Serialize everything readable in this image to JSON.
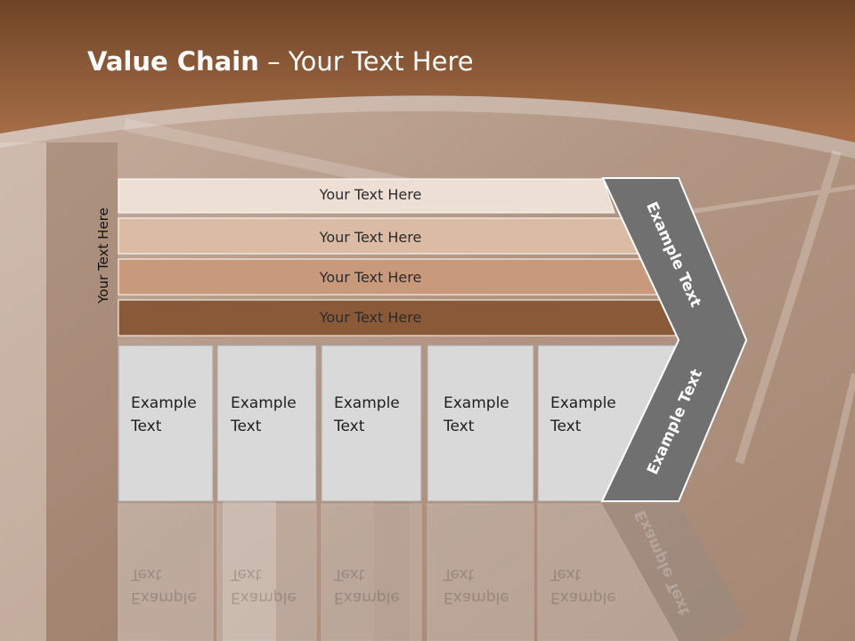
{
  "slide": {
    "title_bold": "Value Chain",
    "title_rest": " – Your Text Here",
    "side_label": "Your Text Here"
  },
  "bands": [
    {
      "label": "Your Text Here",
      "color": "#eddfd4"
    },
    {
      "label": "Your Text Here",
      "color": "#dcbba4"
    },
    {
      "label": "Your Text Here",
      "color": "#c9997b"
    },
    {
      "label": "Your Text Here",
      "color": "#8a5a38"
    }
  ],
  "boxes": [
    {
      "line1": "Example",
      "line2": "Text"
    },
    {
      "line1": "Example",
      "line2": "Text"
    },
    {
      "line1": "Example",
      "line2": "Text"
    },
    {
      "line1": "Example",
      "line2": "Text"
    },
    {
      "line1": "Example",
      "line2": "Text"
    }
  ],
  "chevron": {
    "upper_label": "Example Text",
    "lower_label": "Example Text",
    "color": "#707070"
  },
  "colors": {
    "header": "#8e5a38",
    "box_fill": "#d9d9d9",
    "background": "#b79c8a"
  }
}
